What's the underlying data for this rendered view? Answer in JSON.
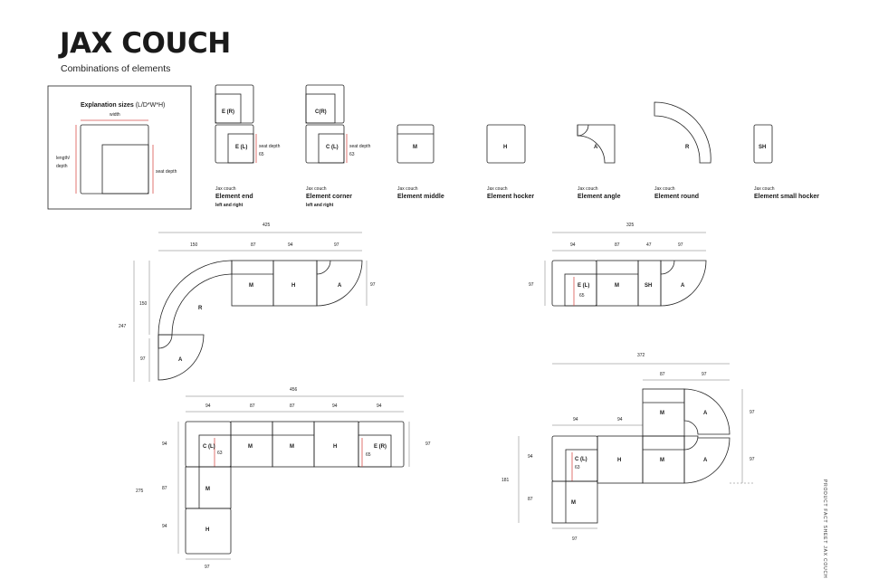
{
  "header": {
    "title": "JAX COUCH",
    "subtitle": "Combinations of elements",
    "side_note": "PRODUCT FACT SHEET JAX COUCH"
  },
  "explanation": {
    "title": "Explanation sizes",
    "title_suffix": "(L/D*W*H)",
    "width": "width",
    "length": "length/",
    "depth": "depth",
    "seat_depth": "seat depth"
  },
  "elements": [
    {
      "cap": "Jax couch",
      "name": "Element end",
      "sub": "left and right",
      "code_a": "E (R)",
      "code_b": "E (L)",
      "seat_label": "seat depth",
      "seat": "65"
    },
    {
      "cap": "Jax couch",
      "name": "Element corner",
      "sub": "left and right",
      "code_a": "C(R)",
      "code_b": "C (L)",
      "seat_label": "seat depth",
      "seat": "63"
    },
    {
      "cap": "Jax couch",
      "name": "Element middle",
      "code": "M"
    },
    {
      "cap": "Jax couch",
      "name": "Element hocker",
      "code": "H"
    },
    {
      "cap": "Jax couch",
      "name": "Element angle",
      "code": "A"
    },
    {
      "cap": "Jax couch",
      "name": "Element round",
      "code": "R"
    },
    {
      "cap": "Jax couch",
      "name": "Element small hocker",
      "code": "SH"
    }
  ],
  "combo1": {
    "total": "425",
    "d150": "150",
    "d87": "87",
    "d94": "94",
    "d97": "97",
    "h_total": "247",
    "h150": "150",
    "h97": "97",
    "right97": "97",
    "mods": [
      "R",
      "M",
      "H",
      "A",
      "A"
    ]
  },
  "combo2": {
    "total": "325",
    "d94": "94",
    "d87": "87",
    "d47": "47",
    "d97": "97",
    "left97": "97",
    "mods": [
      "E (L)",
      "M",
      "SH",
      "A"
    ],
    "seat": "65"
  },
  "combo3": {
    "total": "456",
    "d94a": "94",
    "d87a": "87",
    "d87b": "87",
    "d94b": "94",
    "d94c": "94",
    "right97": "97",
    "h_total": "275",
    "h94": "94",
    "h87": "87",
    "h94b": "94",
    "bottom97": "97",
    "mods": [
      "C (L)",
      "M",
      "M",
      "H",
      "E (R)",
      "M",
      "H"
    ],
    "seat_a": "63",
    "seat_b": "65"
  },
  "combo4": {
    "total": "372",
    "d87": "87",
    "d97": "97",
    "d94a": "94",
    "d94b": "94",
    "right97a": "97",
    "right97b": "97",
    "h_total": "181",
    "h94": "94",
    "h87": "87",
    "bottom97": "97",
    "mods": [
      "M",
      "A",
      "C (L)",
      "H",
      "M",
      "A",
      "M"
    ],
    "seat": "63"
  }
}
